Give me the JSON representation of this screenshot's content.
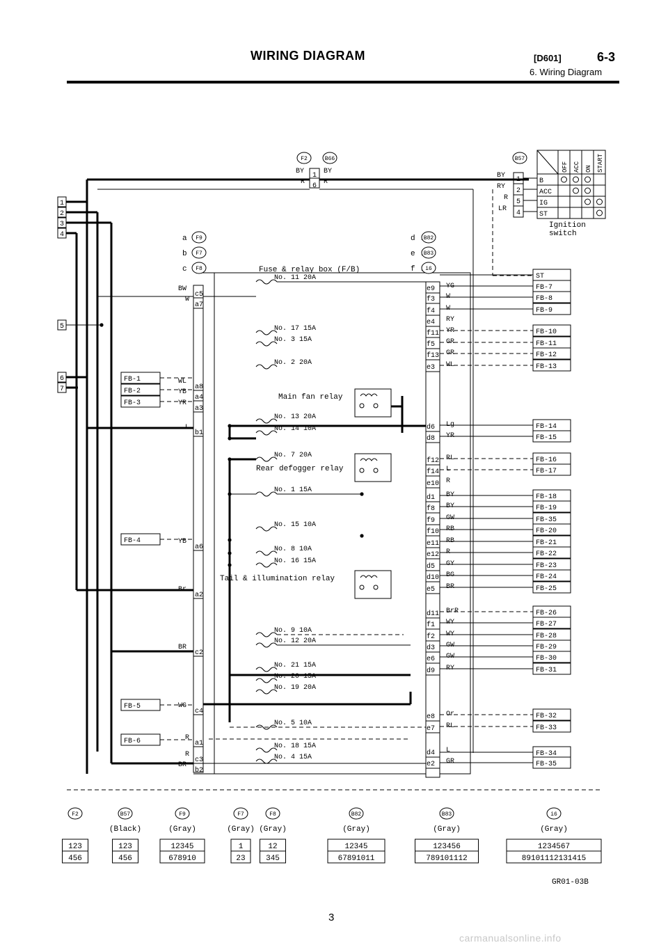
{
  "header": {
    "title": "WIRING DIAGRAM",
    "code": "[D601]",
    "section": "6-3",
    "subtitle": "6. Wiring Diagram"
  },
  "top_connectors": {
    "left": [
      "F2",
      "B66"
    ],
    "right": "B57"
  },
  "relay_pins": {
    "left": [
      {
        "wire": "BY",
        "pin": "1"
      },
      {
        "wire": "R",
        "pin": "6"
      }
    ],
    "right_wires": [
      "BY",
      "R"
    ]
  },
  "switch_pins": [
    {
      "wire": "BY",
      "pin": "1"
    },
    {
      "wire": "RY",
      "pin": "2"
    },
    {
      "wire": "R",
      "pin": "5"
    },
    {
      "wire": "LR",
      "pin": "4"
    }
  ],
  "ignition_switch": {
    "columns": [
      "OFF",
      "ACC",
      "ON",
      "START"
    ],
    "rows": [
      "B",
      "ACC",
      "IG",
      "ST"
    ],
    "label": "Ignition switch"
  },
  "connector_legend": {
    "left": [
      {
        "letter": "a",
        "conn": "F9"
      },
      {
        "letter": "b",
        "conn": "F7"
      },
      {
        "letter": "c",
        "conn": "F8"
      }
    ],
    "right": [
      {
        "letter": "d",
        "conn": "B82"
      },
      {
        "letter": "e",
        "conn": "B83"
      },
      {
        "letter": "f",
        "conn": "i6"
      }
    ]
  },
  "fuse_box_label": "Fuse & relay box (F/B)",
  "terminals": [
    "1",
    "2",
    "3",
    "4",
    "5",
    "6",
    "7"
  ],
  "left_boxes": [
    "FB-1",
    "FB-2",
    "FB-3",
    "FB-4",
    "FB-5",
    "FB-6"
  ],
  "left_pins": [
    {
      "wire": "BW",
      "pin": "c5"
    },
    {
      "wire": "W",
      "pin": "a7"
    },
    {
      "wire": "WL",
      "pin": "a8"
    },
    {
      "wire": "YB",
      "pin": "a4"
    },
    {
      "wire": "YR",
      "pin": "a3"
    },
    {
      "wire": "L",
      "pin": "b1"
    },
    {
      "wire": "YB",
      "pin": "a6"
    },
    {
      "wire": "Br",
      "pin": "a2"
    },
    {
      "wire": "BR",
      "pin": "c2"
    },
    {
      "wire": "WG",
      "pin": "c4"
    },
    {
      "wire": "R",
      "pin": "a1"
    },
    {
      "wire": "R",
      "pin": "c3"
    },
    {
      "wire": "BR",
      "pin": "b2"
    }
  ],
  "fuses": [
    "No. 11 20A",
    "No. 17 15A",
    "No. 3 15A",
    "No. 2 20A",
    "No. 13 20A",
    "No. 14 10A",
    "No. 7 20A",
    "No. 1 15A",
    "No. 15 10A",
    "No. 8 10A",
    "No. 16 15A",
    "No. 9 10A",
    "No. 12 20A",
    "No. 21 15A",
    "No. 20 15A",
    "No. 19 20A",
    "No. 5 10A",
    "No. 18 15A",
    "No. 4 15A"
  ],
  "relays": [
    "Main fan relay",
    "Rear defogger relay",
    "Tail & illumination relay"
  ],
  "right_pins": [
    {
      "pin": "e9",
      "wire": "YG"
    },
    {
      "pin": "f3",
      "wire": "W"
    },
    {
      "pin": "f4",
      "wire": "W"
    },
    {
      "pin": "e4",
      "wire": "RY"
    },
    {
      "pin": "f11",
      "wire": "YR"
    },
    {
      "pin": "f5",
      "wire": "GR"
    },
    {
      "pin": "f13",
      "wire": "GR"
    },
    {
      "pin": "e3",
      "wire": "WL"
    },
    {
      "pin": "d6",
      "wire": "Lg"
    },
    {
      "pin": "d8",
      "wire": "YR"
    },
    {
      "pin": "f12",
      "wire": "RL"
    },
    {
      "pin": "f14",
      "wire": "L"
    },
    {
      "pin": "e10",
      "wire": "R"
    },
    {
      "pin": "d1",
      "wire": "BY"
    },
    {
      "pin": "f8",
      "wire": "BY"
    },
    {
      "pin": "f9",
      "wire": "GW"
    },
    {
      "pin": "f10",
      "wire": "RB"
    },
    {
      "pin": "e11",
      "wire": "RB"
    },
    {
      "pin": "e12",
      "wire": "R"
    },
    {
      "pin": "d5",
      "wire": "GY"
    },
    {
      "pin": "d10",
      "wire": "BG"
    },
    {
      "pin": "e5",
      "wire": "BR"
    },
    {
      "pin": "d11",
      "wire": "BrR"
    },
    {
      "pin": "f1",
      "wire": "WY"
    },
    {
      "pin": "f2",
      "wire": "WY"
    },
    {
      "pin": "d3",
      "wire": "GW"
    },
    {
      "pin": "e6",
      "wire": "GW"
    },
    {
      "pin": "d9",
      "wire": "RY"
    },
    {
      "pin": "e8",
      "wire": "Or"
    },
    {
      "pin": "e7",
      "wire": "RL"
    },
    {
      "pin": "d4",
      "wire": "L"
    },
    {
      "pin": "e2",
      "wire": "GR"
    }
  ],
  "right_boxes": [
    "ST",
    "FB-7",
    "FB-8",
    "FB-9",
    "FB-10",
    "FB-11",
    "FB-12",
    "FB-13",
    "FB-14",
    "FB-15",
    "FB-16",
    "FB-17",
    "FB-18",
    "FB-19",
    "FB-35",
    "FB-20",
    "FB-21",
    "FB-22",
    "FB-23",
    "FB-24",
    "FB-25",
    "FB-26",
    "FB-27",
    "FB-28",
    "FB-29",
    "FB-30",
    "FB-31",
    "FB-32",
    "FB-33",
    "FB-34",
    "FB-35"
  ],
  "bottom_connectors": [
    {
      "id": "F2",
      "color": "",
      "top": "123",
      "bot": "456"
    },
    {
      "id": "B57",
      "color": "(Black)",
      "top": "123",
      "bot": "456"
    },
    {
      "id": "F9",
      "color": "(Gray)",
      "top": "12345",
      "bot": "678910"
    },
    {
      "id": "F7",
      "color": "(Gray)",
      "top": "1",
      "bot": "23"
    },
    {
      "id": "F8",
      "color": "(Gray)",
      "top": "12",
      "bot": "345"
    },
    {
      "id": "B82",
      "color": "(Gray)",
      "top": "12345",
      "bot": "67891011"
    },
    {
      "id": "B83",
      "color": "(Gray)",
      "top": "123456",
      "bot": "789101112"
    },
    {
      "id": "i6",
      "color": "(Gray)",
      "top": "1234567",
      "bot": "89101112131415"
    }
  ],
  "page_number": "3",
  "figure_code": "GR01-03B",
  "watermark": "carmanualsonline.info"
}
